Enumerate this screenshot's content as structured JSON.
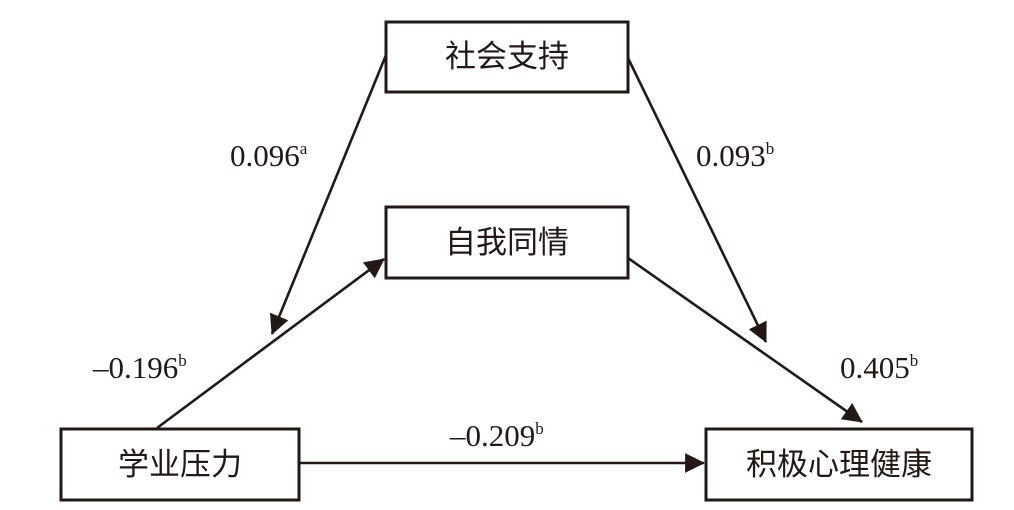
{
  "nodes": {
    "social_support": "社会支持",
    "self_compassion": "自我同情",
    "academic_stress": "学业压力",
    "positive_mental_health": "积极心理健康"
  },
  "paths": {
    "social_to_path": {
      "value": "0.096",
      "sig": "a"
    },
    "social_to_outcome": {
      "value": "0.093",
      "sig": "b"
    },
    "stress_to_compassion": {
      "value": "–0.196",
      "sig": "b"
    },
    "compassion_to_outcome": {
      "value": "0.405",
      "sig": "b"
    },
    "stress_to_outcome": {
      "value": "–0.209",
      "sig": "b"
    }
  },
  "colors": {
    "ink": "#231815"
  }
}
